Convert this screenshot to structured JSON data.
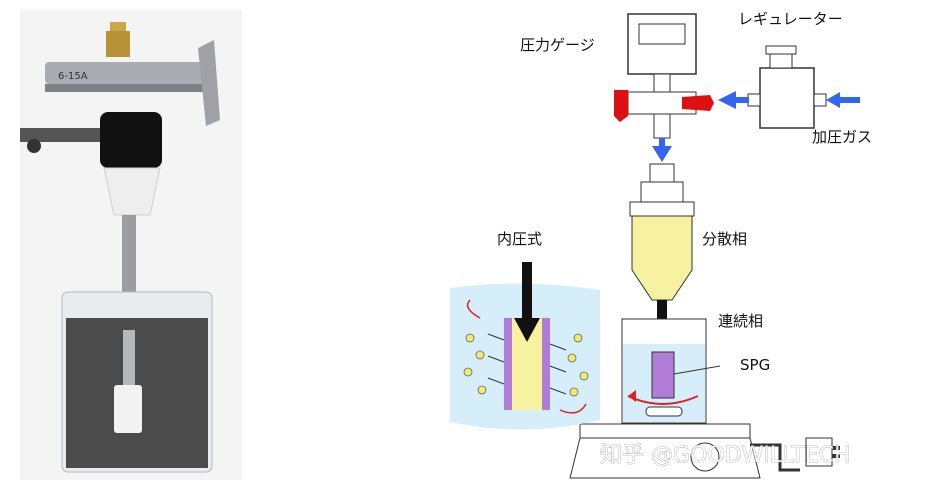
{
  "photo": {
    "fitting_stamp": "6-15A"
  },
  "diagram": {
    "labels": {
      "pressure_gauge": "圧力ゲージ",
      "regulator": "レギュレーター",
      "pressurized_gas": "加圧ガス",
      "dispersed_phase": "分散相",
      "continuous_phase": "連続相",
      "internal_pressure": "内圧式",
      "spg": "SPG"
    }
  },
  "watermark": "知乎 @GOODWILLTECH",
  "colors": {
    "gas_arrow": "#3366ee",
    "valve_red": "#dd1111",
    "dispersed_yellow": "#f7f2a0",
    "membrane_purple": "#b07cd8",
    "water_blue": "#d6eefa",
    "droplet_yellow": "#f0ea70",
    "swirl_red": "#dd2222"
  }
}
